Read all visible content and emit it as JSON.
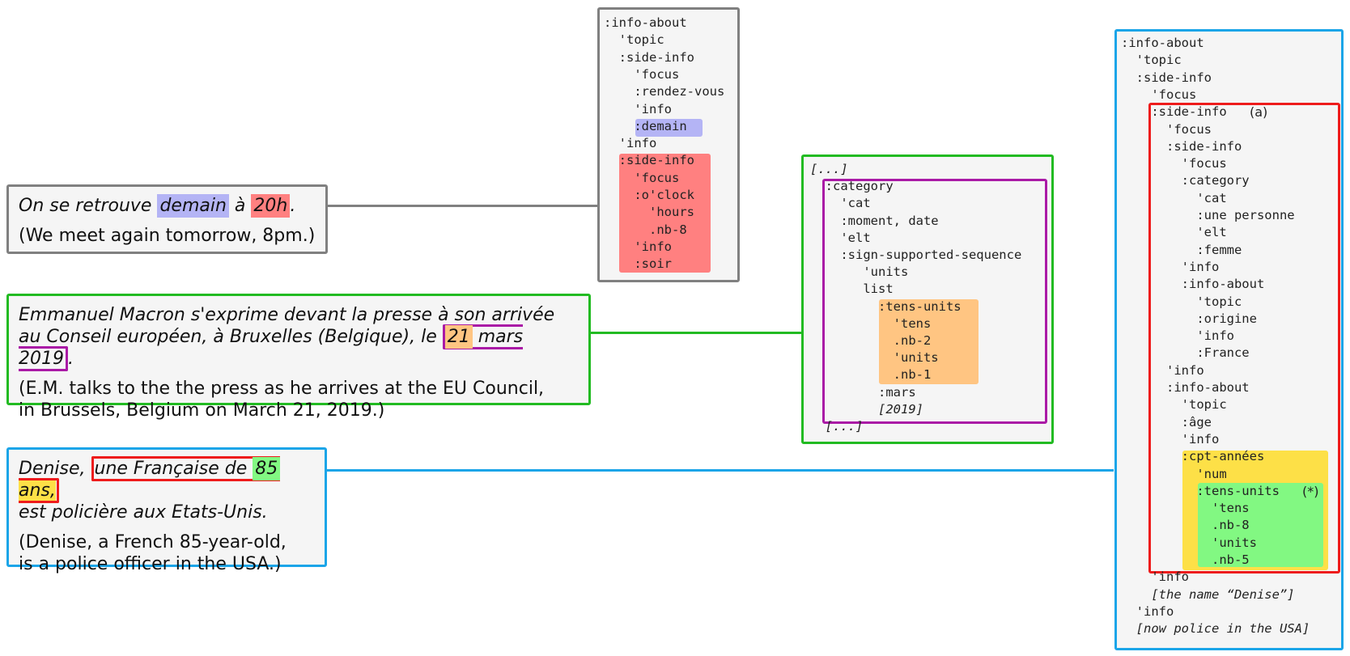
{
  "colors": {
    "gray": "#808080",
    "green": "#22bb22",
    "blue": "#1ba5e8",
    "purple": "#aa1aa6",
    "red": "#ee1c1c",
    "hl_blue": "#b4b4f5",
    "hl_red": "#ff8080",
    "hl_orange": "#ffc582",
    "hl_yellow": "#fde047",
    "hl_green": "#82f882"
  },
  "example1": {
    "fr_parts": [
      "On se retrouve ",
      "demain",
      " à ",
      "20h",
      "."
    ],
    "en": "(We meet again tomorrow, 8pm.)"
  },
  "example2": {
    "fr_line1": "Emmanuel Macron s'exprime devant la presse à son arrivée",
    "fr_line2_pre": "au Conseil européen, à Bruxelles (Belgique), le ",
    "fr_day": "21",
    "fr_rest": " mars 2019",
    "fr_end": ".",
    "en_line1": "(E.M. talks to the the press as he arrives at the EU Council,",
    "en_line2": "in Brussels, Belgium on March 21, 2019.)"
  },
  "example3": {
    "fr_pre": "Denise, ",
    "fr_np_pre": "une Française de ",
    "fr_num": "85",
    "fr_space": " ",
    "fr_unit": "ans",
    "fr_comma": ",",
    "fr_line2": "est policière aux Etats-Unis.",
    "en_line1": "(Denise, a French 85-year-old,",
    "en_line2": "is a police officer in the USA.)"
  },
  "tree1": [
    ":info-about",
    "  'topic",
    "  :side-info",
    "    'focus",
    "    :rendez-vous",
    "    'info",
    "    :demain",
    "  'info",
    "  :side-info",
    "    'focus",
    "    :o'clock",
    "      'hours",
    "      .nb-8",
    "    'info",
    "    :soir"
  ],
  "tree2": [
    "[...]",
    "  :category",
    "    'cat",
    "    :moment, date",
    "    'elt",
    "    :sign-supported-sequence",
    "       'units",
    "       list",
    "         :tens-units",
    "           'tens",
    "           .nb-2",
    "           'units",
    "           .nb-1",
    "         :mars",
    "         [2019]",
    "  [...]"
  ],
  "tree3": [
    ":info-about",
    "  'topic",
    "  :side-info",
    "    'focus",
    "    :side-info",
    "      'focus",
    "      :side-info",
    "        'focus",
    "        :category",
    "          'cat",
    "          :une personne",
    "          'elt",
    "          :femme",
    "        'info",
    "        :info-about",
    "          'topic",
    "          :origine",
    "          'info",
    "          :France",
    "      'info",
    "      :info-about",
    "        'topic",
    "        :âge",
    "        'info",
    "        :cpt-années",
    "          'num",
    "          :tens-units",
    "            'tens",
    "            .nb-8",
    "            'units",
    "            .nb-5",
    "    'info",
    "    [the name “Denise”]",
    "  'info",
    "  [now police in the USA]"
  ],
  "tree3_marks": {
    "a": "(a)",
    "star": "(*)"
  }
}
